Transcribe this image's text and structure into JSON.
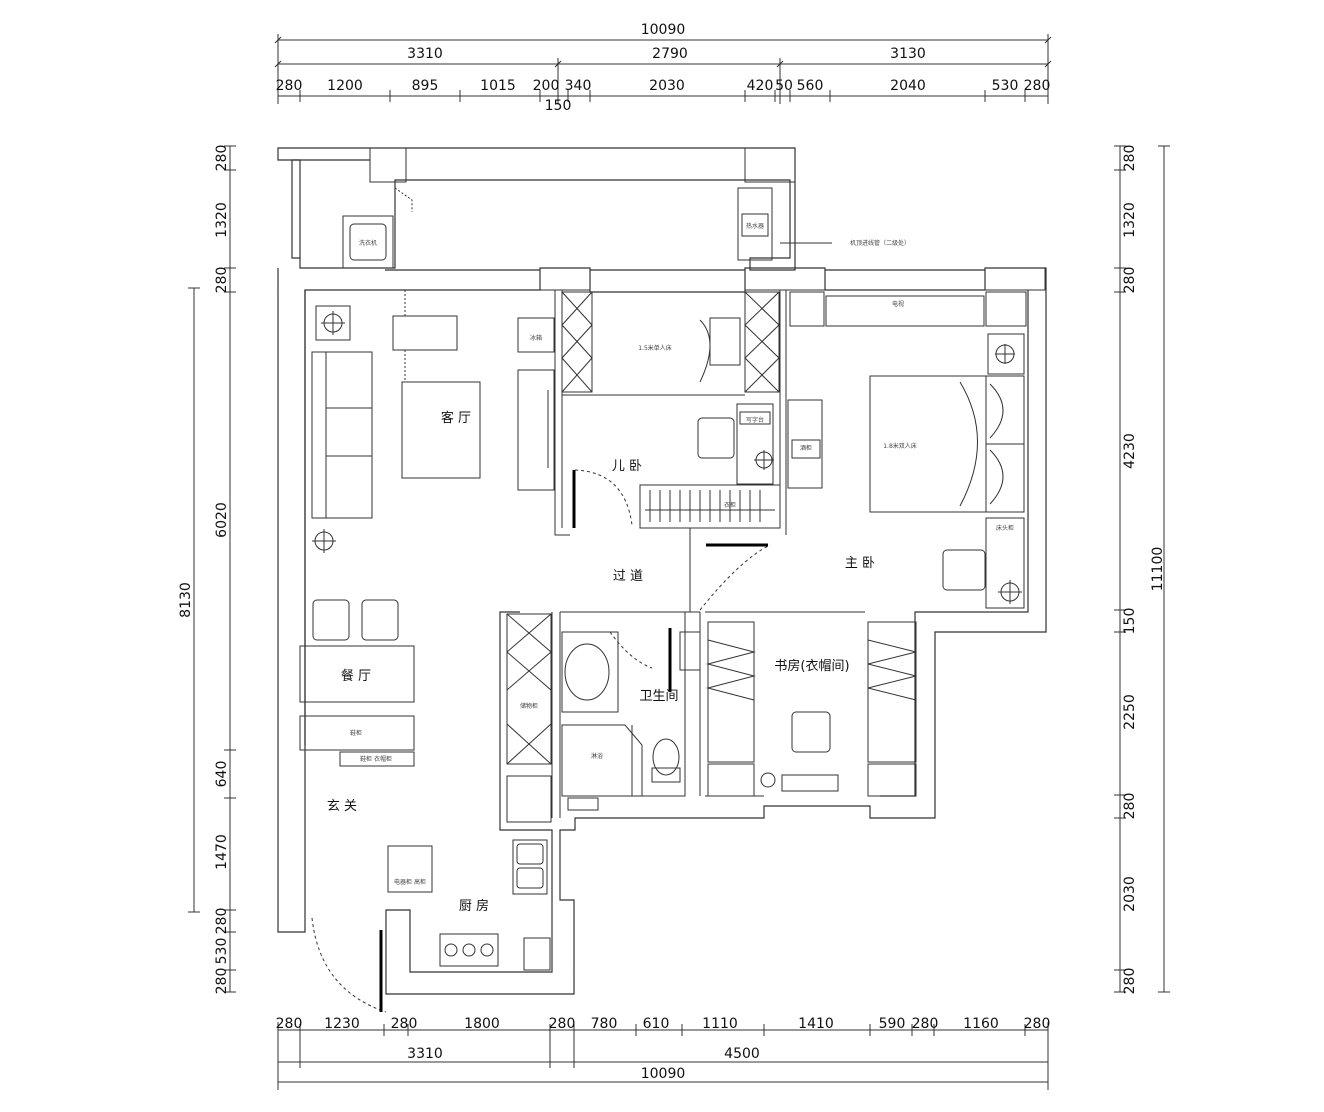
{
  "dimensions": {
    "top_total": "10090",
    "top_mid": [
      "3310",
      "2790",
      "3130"
    ],
    "top_detail": [
      "280",
      "1200",
      "895",
      "1015",
      "200",
      "340",
      "2030",
      "420",
      "50",
      "560",
      "2040",
      "530",
      "280"
    ],
    "top_small": "150",
    "left_total": "8130",
    "left_detail": [
      "280",
      "1320",
      "280",
      "6020",
      "640",
      "1470",
      "280",
      "530",
      "280"
    ],
    "right_total": "11100",
    "right_detail": [
      "280",
      "1320",
      "280",
      "4230",
      "150",
      "2250",
      "280",
      "2030",
      "280"
    ],
    "bottom_detail": [
      "280",
      "1230",
      "280",
      "1800",
      "280",
      "780",
      "610",
      "1110",
      "1410",
      "590",
      "280",
      "1160",
      "280"
    ],
    "bottom_mid": [
      "3310",
      "4500"
    ],
    "bottom_total": "10090"
  },
  "rooms": {
    "living": "客  厅",
    "child_bedroom": "儿  卧",
    "corridor": "过  道",
    "master_bedroom": "主  卧",
    "study": "书房(衣帽间)",
    "bathroom": "卫生间",
    "dining": "餐  厅",
    "entrance": "玄  关",
    "kitchen": "厨  房"
  },
  "labels": {
    "balcony_washer": "洗衣机",
    "balcony_boiler": "热水器",
    "ac_note": "机顶进线管（二级处）",
    "child_bed": "1.5米单人床",
    "master_bed": "1.8米双人床",
    "desk": "写字台",
    "wardrobe": "衣柜",
    "nightstand": "床头柜",
    "tv": "电视",
    "fridge": "冰箱",
    "shoe_cabinet": "鞋柜",
    "shower": "淋浴",
    "cabinet": "储物柜",
    "dining_cabinet": "酒柜",
    "entry_cabinet": "鞋柜 衣帽柜",
    "kitchen_cabinet": "电器柜 高柜"
  },
  "colors": {
    "line": "#333333",
    "wall_fill": "#ffffff",
    "accent_wall": "#000000"
  }
}
